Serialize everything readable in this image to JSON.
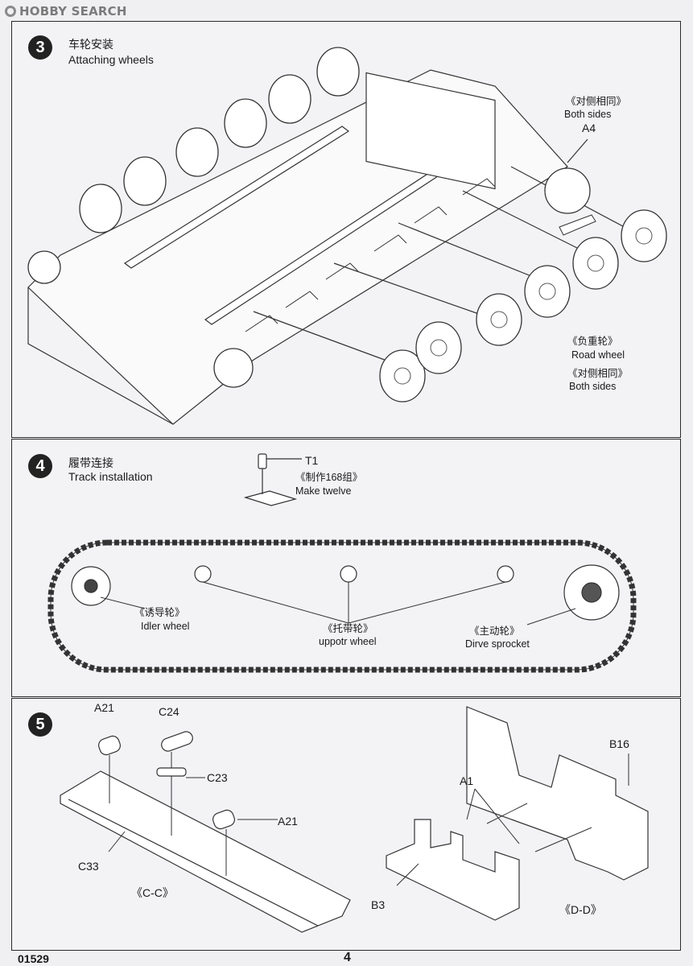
{
  "watermark": {
    "text": "HOBBY SEARCH",
    "icon": "hobbysearch-logo-icon"
  },
  "step3": {
    "number": "3",
    "title_cn": "车轮安装",
    "title_en": "Attaching wheels",
    "labels": {
      "both_sides_cn_1": "《对侧相同》",
      "both_sides_en_1": "Both sides",
      "part_a4": "A4",
      "road_wheel_cn": "《负重轮》",
      "road_wheel_en": "Road  wheel",
      "both_sides_cn_2": "《对侧相同》",
      "both_sides_en_2": "Both sides"
    }
  },
  "step4": {
    "number": "4",
    "title_cn": "履带连接",
    "title_en": "Track installation",
    "labels": {
      "part_t1": "T1",
      "make_twelve_cn": "《制作168组》",
      "make_twelve_en": "Make twelve",
      "idler_cn": "《诱导轮》",
      "idler_en": "Idler wheel",
      "support_cn": "《托带轮》",
      "support_en": "uppotr wheel",
      "sprocket_cn": "《主动轮》",
      "sprocket_en": "Dirve sprocket"
    }
  },
  "step5": {
    "number": "5",
    "labels": {
      "a21_top": "A21",
      "c24": "C24",
      "c23": "C23",
      "a21_mid": "A21",
      "c33": "C33",
      "cc": "《C-C》",
      "a1": "A1",
      "b16": "B16",
      "b3": "B3",
      "dd": "《D-D》"
    }
  },
  "footer": {
    "code": "01529",
    "page": "4"
  },
  "colors": {
    "ink": "#1a1a1a",
    "paper": "#f3f2f5",
    "frame": "#2b2b2b",
    "watermark": "#7b7b7b"
  }
}
